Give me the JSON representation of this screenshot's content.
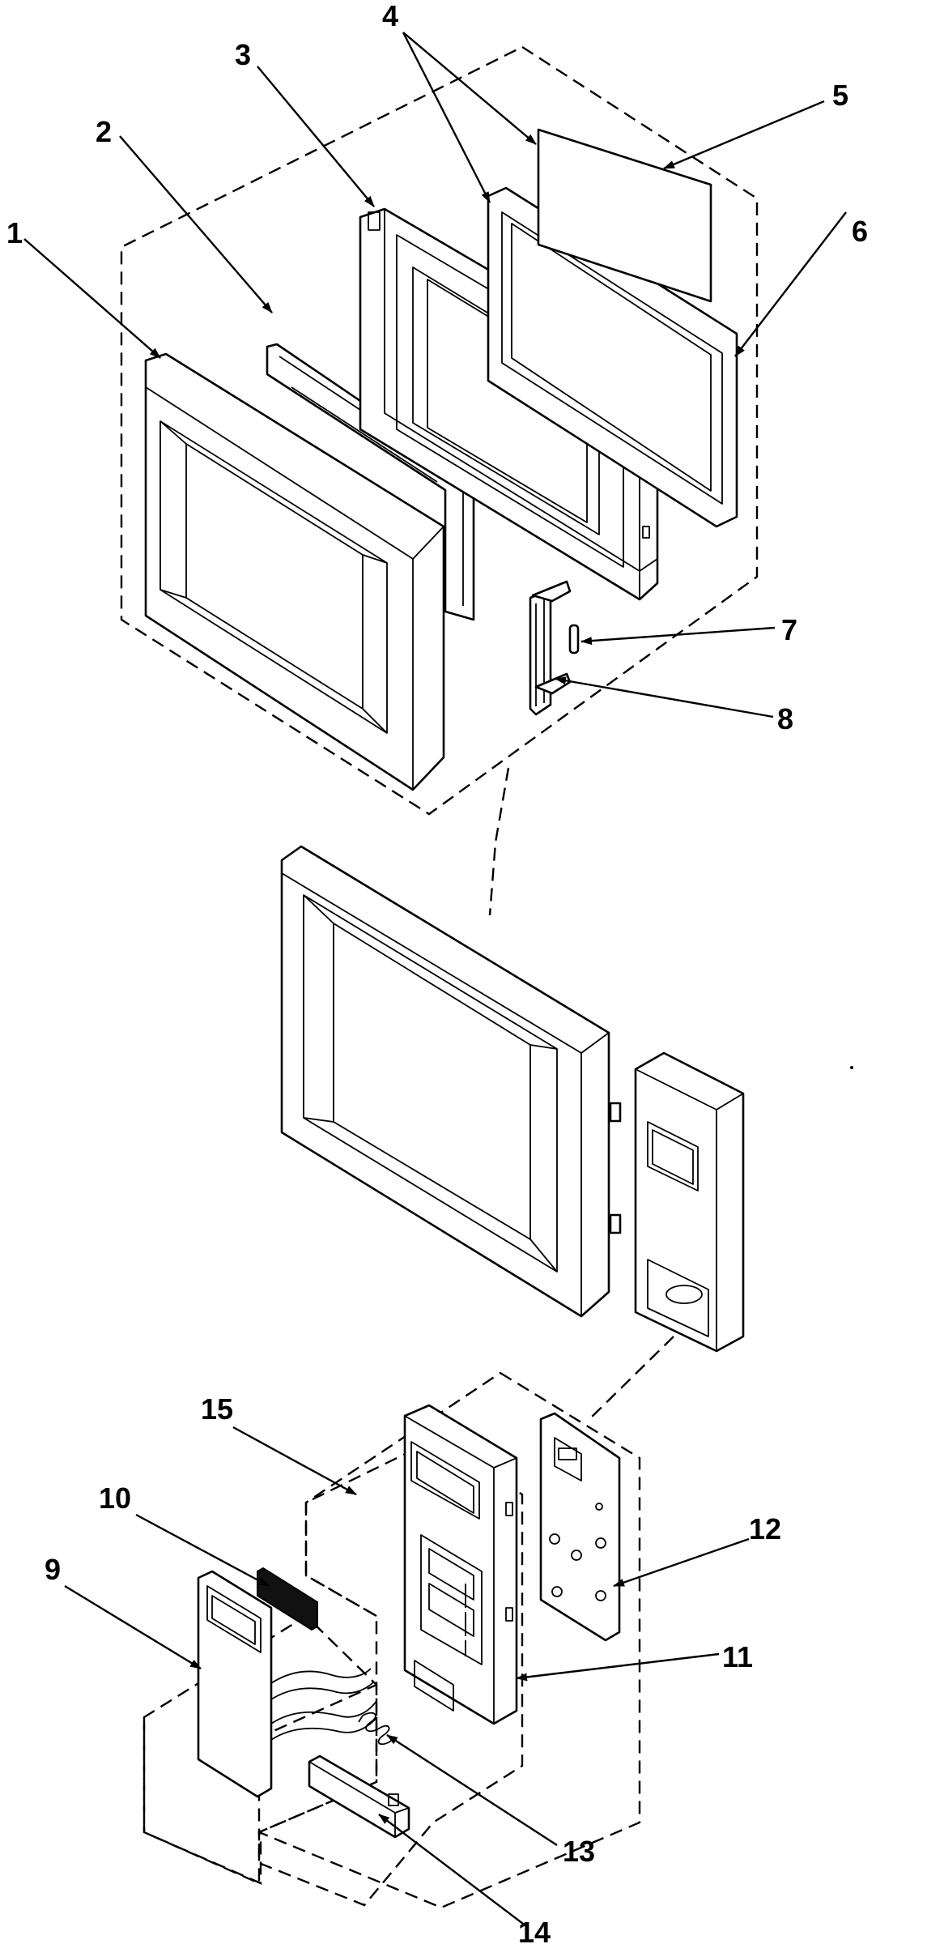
{
  "diagram": {
    "type": "exploded-parts-view",
    "callouts": [
      {
        "id": "1",
        "text": "1"
      },
      {
        "id": "2",
        "text": "2"
      },
      {
        "id": "3",
        "text": "3"
      },
      {
        "id": "4",
        "text": "4"
      },
      {
        "id": "5",
        "text": "5"
      },
      {
        "id": "6",
        "text": "6"
      },
      {
        "id": "7",
        "text": "7"
      },
      {
        "id": "8",
        "text": "8"
      },
      {
        "id": "9",
        "text": "9"
      },
      {
        "id": "10",
        "text": "10"
      },
      {
        "id": "11",
        "text": "11"
      },
      {
        "id": "12",
        "text": "12"
      },
      {
        "id": "13",
        "text": "13"
      },
      {
        "id": "14",
        "text": "14"
      },
      {
        "id": "15",
        "text": "15"
      }
    ]
  }
}
